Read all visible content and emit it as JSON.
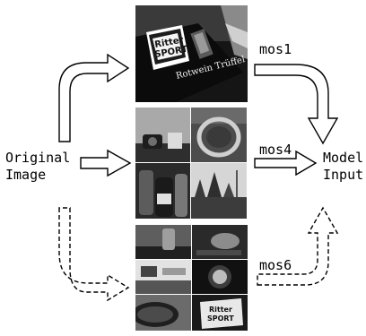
{
  "labels": {
    "original_line1": "Original",
    "original_line2": "Image",
    "model_line1": "Model",
    "model_line2": "Input",
    "mos1": "mos1",
    "mos4": "mos4",
    "mos6": "mos6"
  },
  "images": {
    "top_wrapper_brand_line1": "Ritter",
    "top_wrapper_brand_line2": "SPORT",
    "top_wrapper_flavor": "Rotwein Trüffel",
    "bottom_wrapper_brand_line1": "Ritter",
    "bottom_wrapper_brand_line2": "SPORT"
  },
  "colors": {
    "background": "#ffffff",
    "ink": "#000000"
  }
}
